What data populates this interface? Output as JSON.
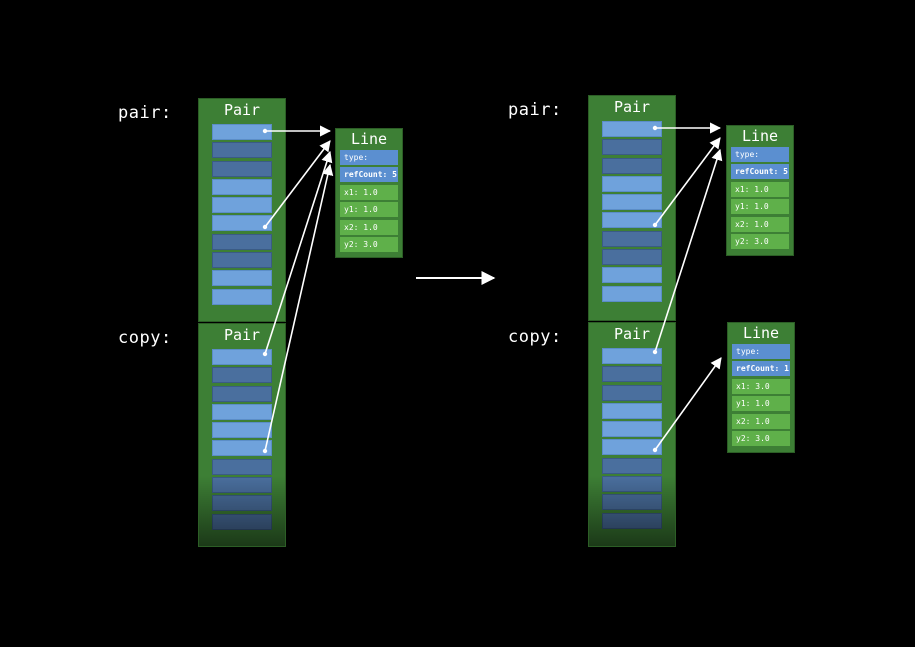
{
  "left": {
    "pair_label": "pair:",
    "copy_label": "copy:",
    "pair_title": "Pair",
    "copy_title": "Pair",
    "line": {
      "title": "Line",
      "fields": [
        "type:",
        "refCount: 5",
        "x1: 1.0",
        "y1: 1.0",
        "x2: 1.0",
        "y2: 3.0"
      ]
    }
  },
  "right": {
    "pair_label": "pair:",
    "copy_label": "copy:",
    "pair_title": "Pair",
    "copy_title": "Pair",
    "line_top": {
      "title": "Line",
      "fields": [
        "type:",
        "refCount: 5",
        "x1: 1.0",
        "y1: 1.0",
        "x2: 1.0",
        "y2: 3.0"
      ]
    },
    "line_bottom": {
      "title": "Line",
      "fields": [
        "type:",
        "refCount: 1",
        "x1: 3.0",
        "y1: 1.0",
        "x2: 1.0",
        "y2: 3.0"
      ]
    }
  },
  "colors": {
    "background": "#000000",
    "container_green": "#3d7f35",
    "slot_dark": "#4a6f9e",
    "slot_light": "#6fa2dc",
    "field_blue": "#5b8fd0",
    "field_green": "#5fb04a",
    "arrow": "#ffffff"
  }
}
